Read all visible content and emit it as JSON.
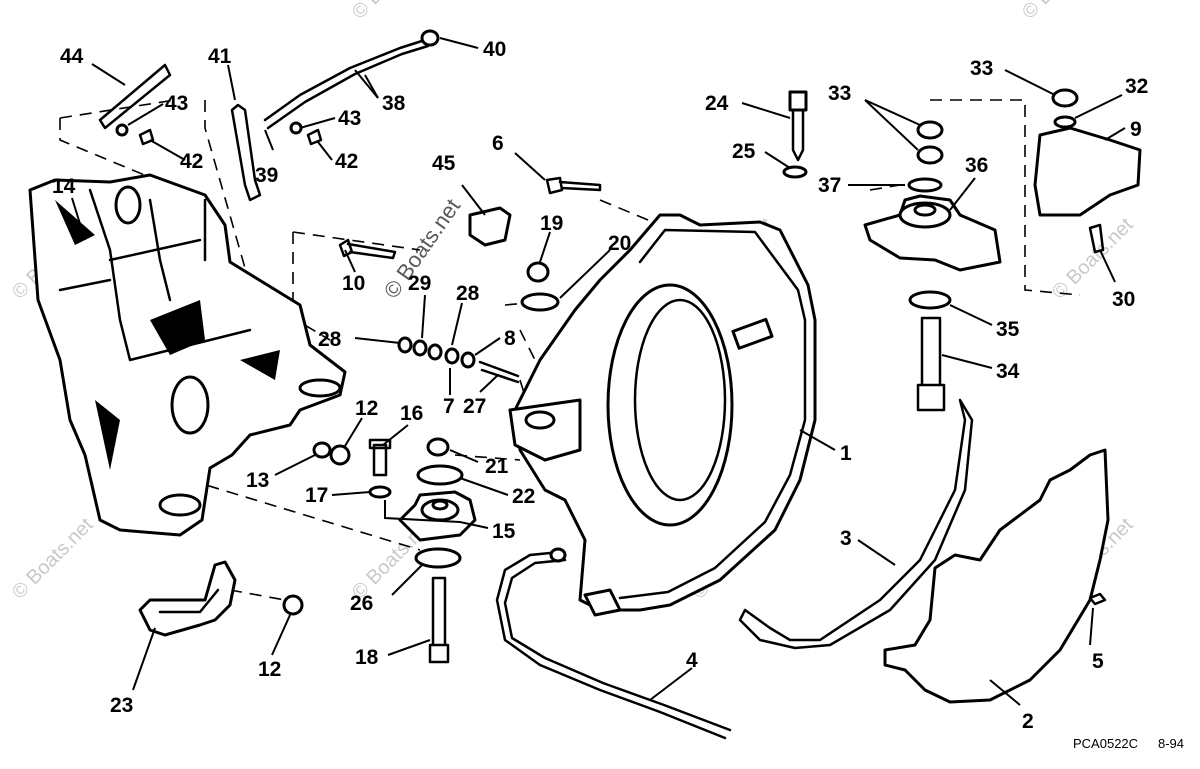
{
  "diagram": {
    "callouts": [
      "44",
      "41",
      "40",
      "43",
      "38",
      "43",
      "42",
      "39",
      "42",
      "45",
      "6",
      "14",
      "19",
      "20",
      "10",
      "29",
      "28",
      "28",
      "8",
      "27",
      "7",
      "12",
      "16",
      "13",
      "21",
      "17",
      "22",
      "15",
      "26",
      "18",
      "23",
      "12",
      "24",
      "33",
      "33",
      "32",
      "9",
      "25",
      "37",
      "36",
      "30",
      "35",
      "34",
      "1",
      "3",
      "4",
      "5",
      "2"
    ],
    "watermark": "© Boats.net",
    "drawing_code": "PCA0522C",
    "drawing_date": "8-94"
  }
}
